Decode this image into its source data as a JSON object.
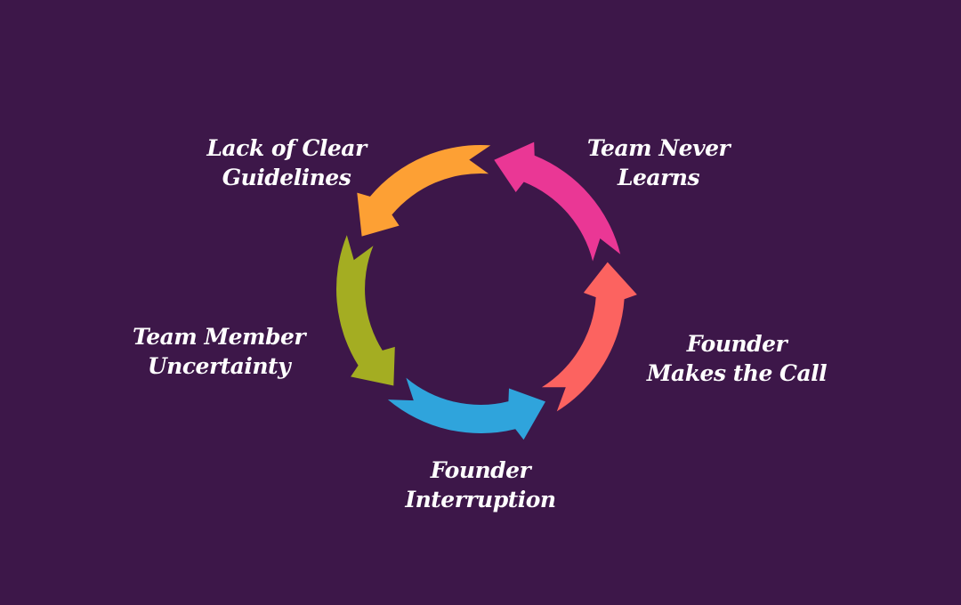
{
  "diagram": {
    "type": "cycle",
    "direction": "counterclockwise",
    "steps": [
      {
        "id": "founder-interruption",
        "lines": [
          "Founder",
          "Interruption"
        ],
        "color": "#2FA4DC"
      },
      {
        "id": "founder-makes-call",
        "lines": [
          "Founder",
          "Makes the Call"
        ],
        "color": "#FC6360"
      },
      {
        "id": "team-never-learns",
        "lines": [
          "Team Never",
          "Learns"
        ],
        "color": "#EA3795"
      },
      {
        "id": "lack-of-guidelines",
        "lines": [
          "Lack of Clear",
          "Guidelines"
        ],
        "color": "#FDA034"
      },
      {
        "id": "team-member-uncertainty",
        "lines": [
          "Team Member",
          "Uncertainty"
        ],
        "color": "#A4AD22"
      }
    ],
    "background": "#3D1749"
  }
}
